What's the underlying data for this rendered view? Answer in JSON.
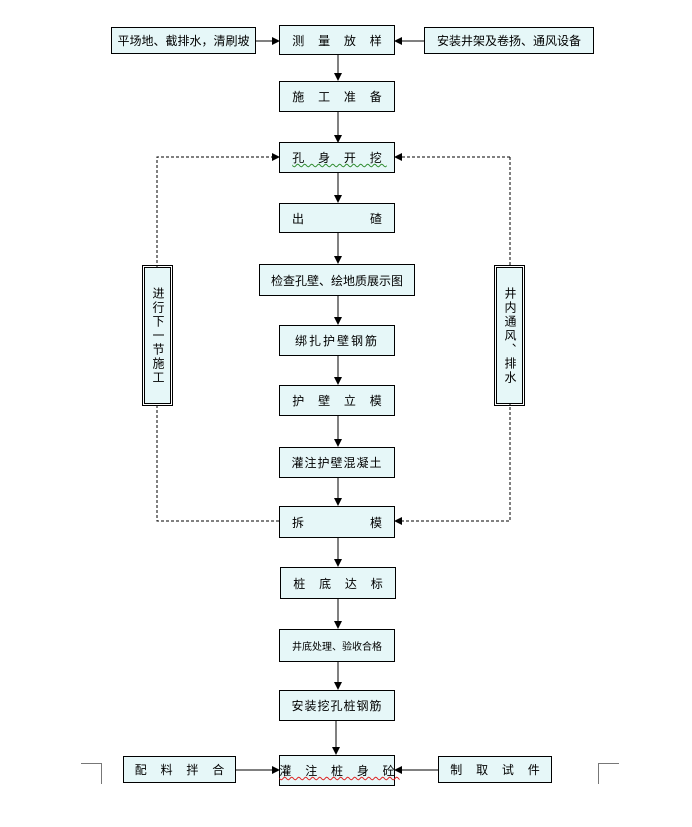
{
  "boxes": {
    "site_prep": "平场地、截排水，清刷坡",
    "survey": "测 量 放 样",
    "install_equipment": "安装井架及卷扬、通风设备",
    "construction_prep": "施 工 准 备",
    "hole_excavation": "孔 身 开 挖",
    "muck_out": [
      "出",
      "碴"
    ],
    "inspect_wall": "检查孔壁、绘地质展示图",
    "rebar_binding": "绑扎护壁钢筋",
    "wall_formwork": "护 壁 立 模",
    "pour_wall_concrete": "灌注护壁混凝土",
    "demold": [
      "拆",
      "模"
    ],
    "pile_bottom": "桩 底 达 标",
    "bottom_treatment": "井底处理、验收合格",
    "install_pile_rebar": "安装挖孔桩钢筋",
    "mix_materials": "配 料 拌 合",
    "pour_pile_body": "灌 注 桩 身 砼",
    "make_specimens": "制 取 试 件",
    "next_section": "进行下一节施工",
    "ventilation_drainage": "井内通风、排水"
  }
}
